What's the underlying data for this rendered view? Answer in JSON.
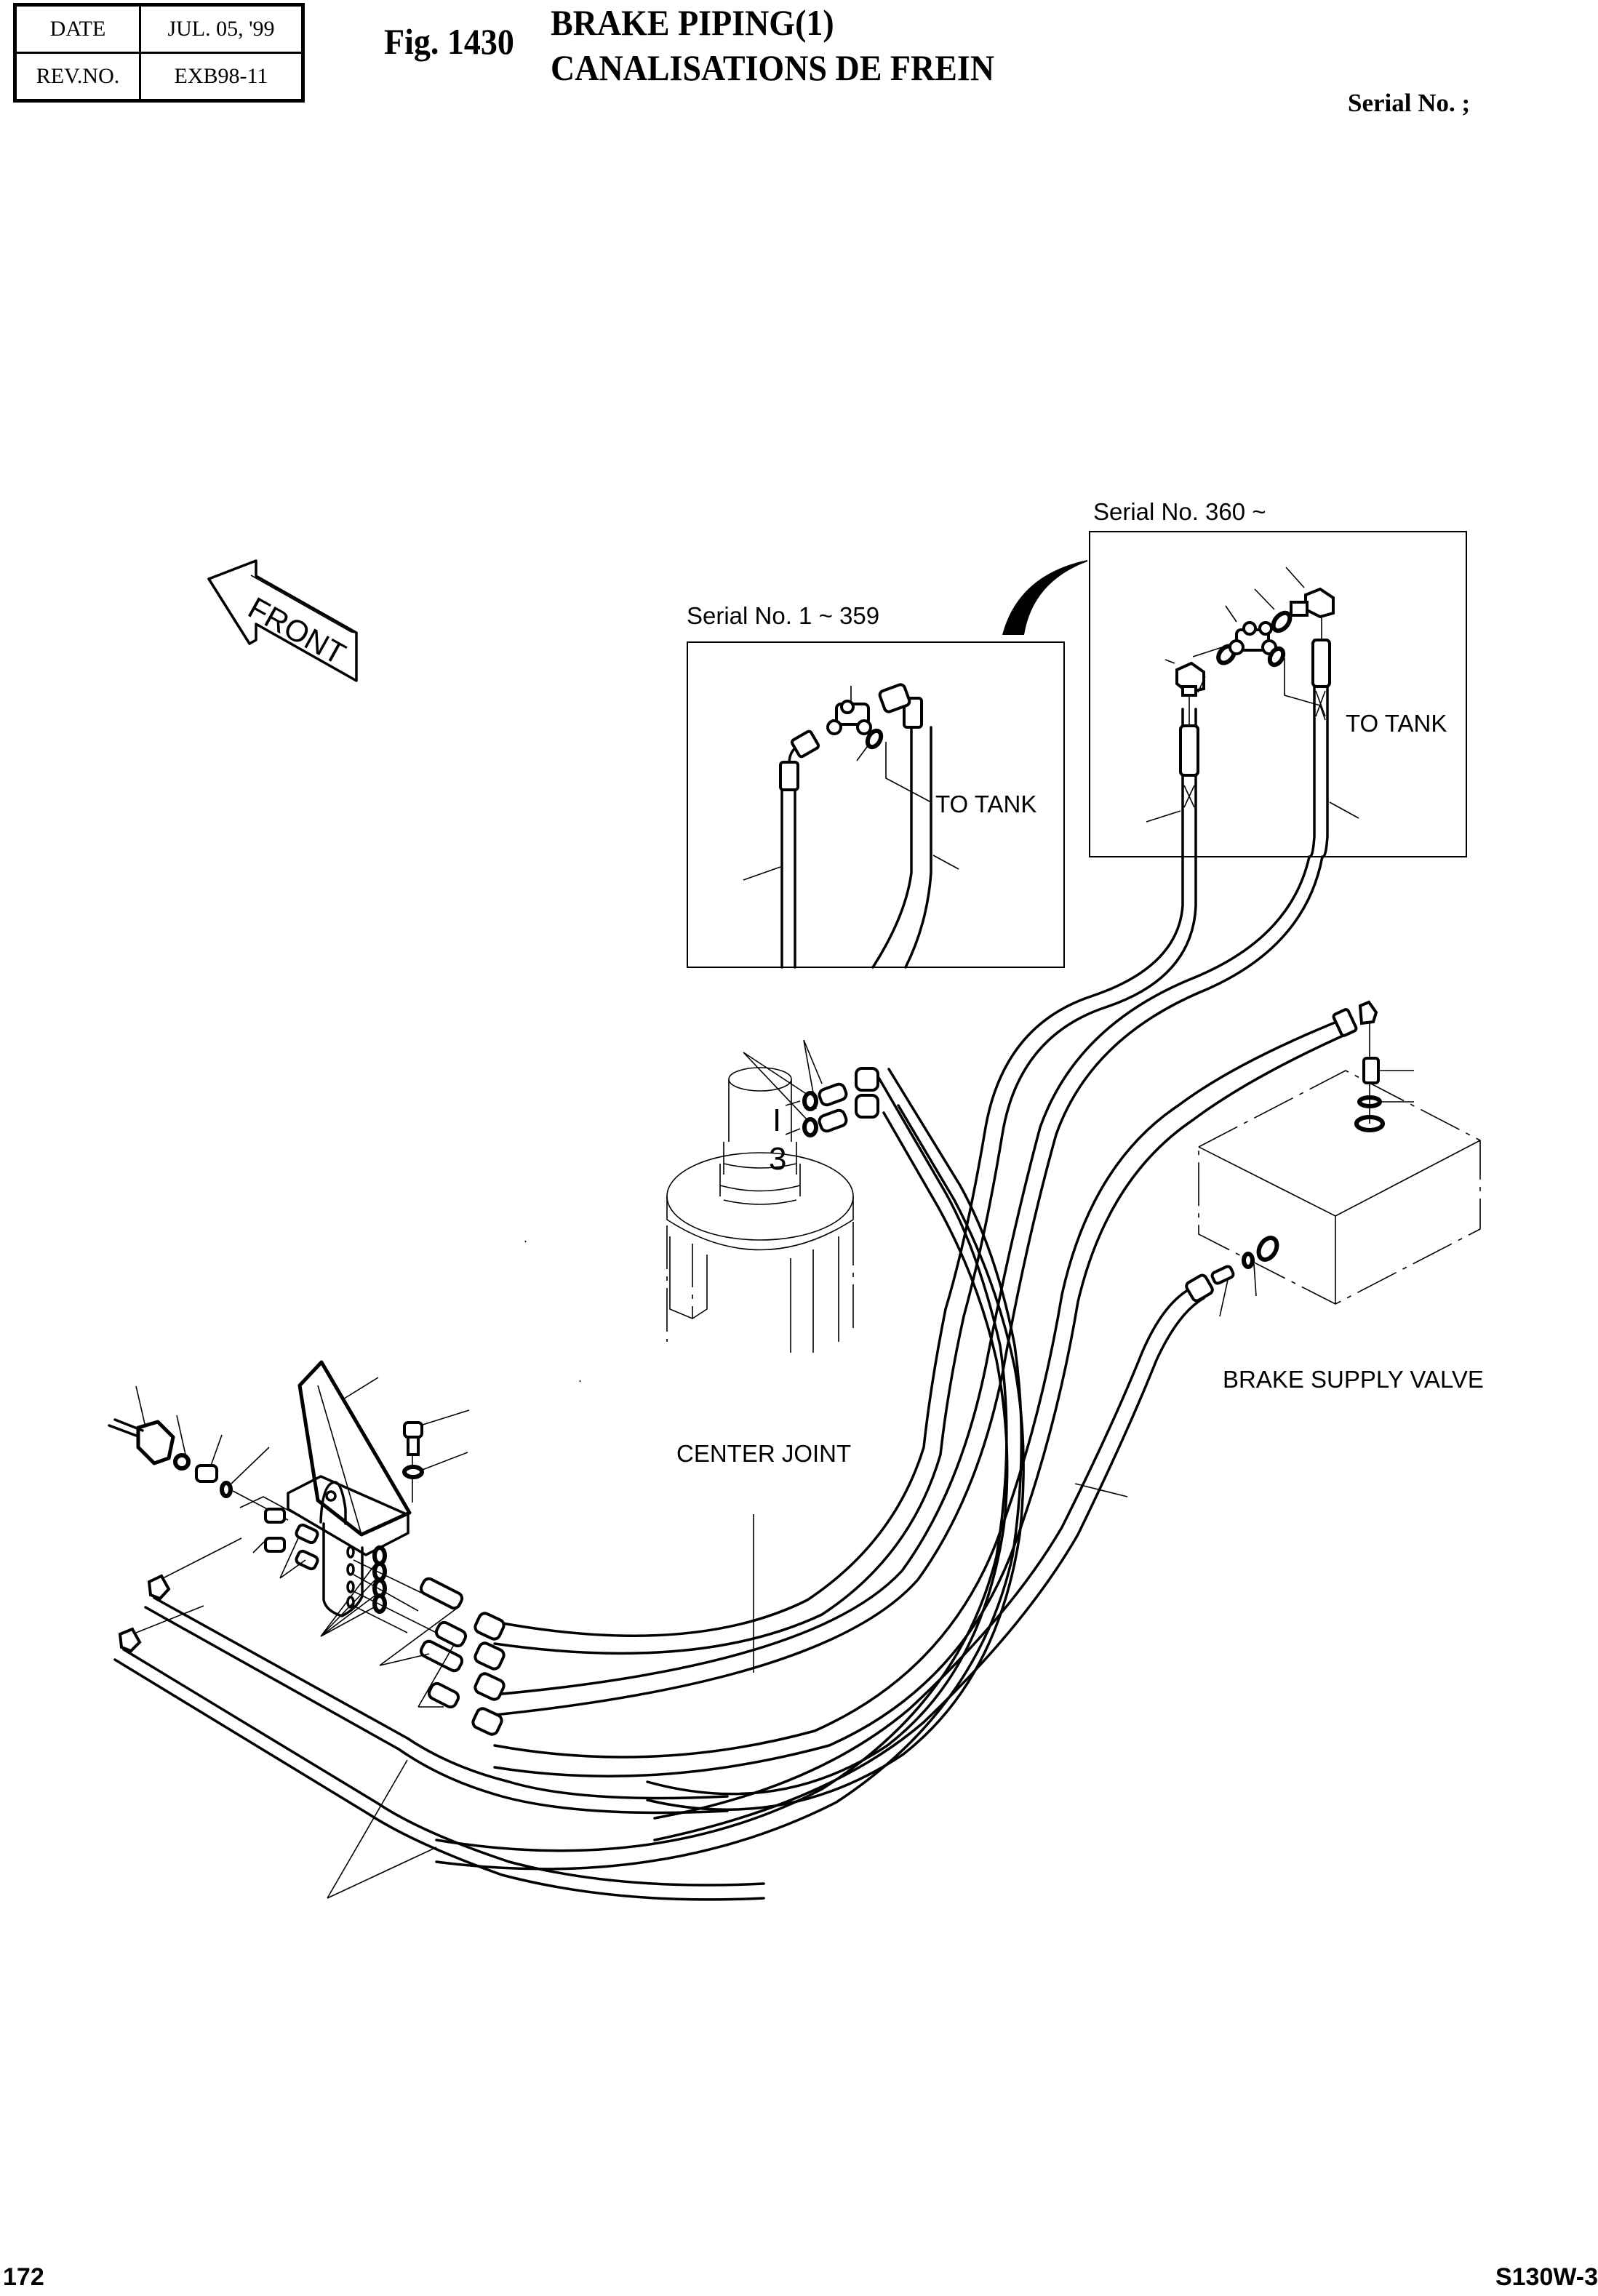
{
  "header": {
    "date_label": "DATE",
    "date_value": "JUL. 05, '99",
    "rev_label": "REV.NO.",
    "rev_value": "EXB98-11",
    "figure_number": "Fig. 1430",
    "title_en": "BRAKE PIPING(1)",
    "title_fr": "CANALISATIONS DE FREIN",
    "serial_note": "Serial No. ;"
  },
  "diagram": {
    "front_arrow_label": "FRONT",
    "inset_left": {
      "caption": "Serial No. 1 ~ 359",
      "callout": "TO TANK"
    },
    "inset_right": {
      "caption": "Serial No. 360 ~",
      "callout": "TO TANK"
    },
    "center_joint": {
      "label": "CENTER JOINT",
      "port_labels": [
        "I",
        "3"
      ]
    },
    "brake_supply_valve_label": "BRAKE SUPPLY VALVE"
  },
  "footer": {
    "page_number": "172",
    "model": "S130W-3"
  }
}
